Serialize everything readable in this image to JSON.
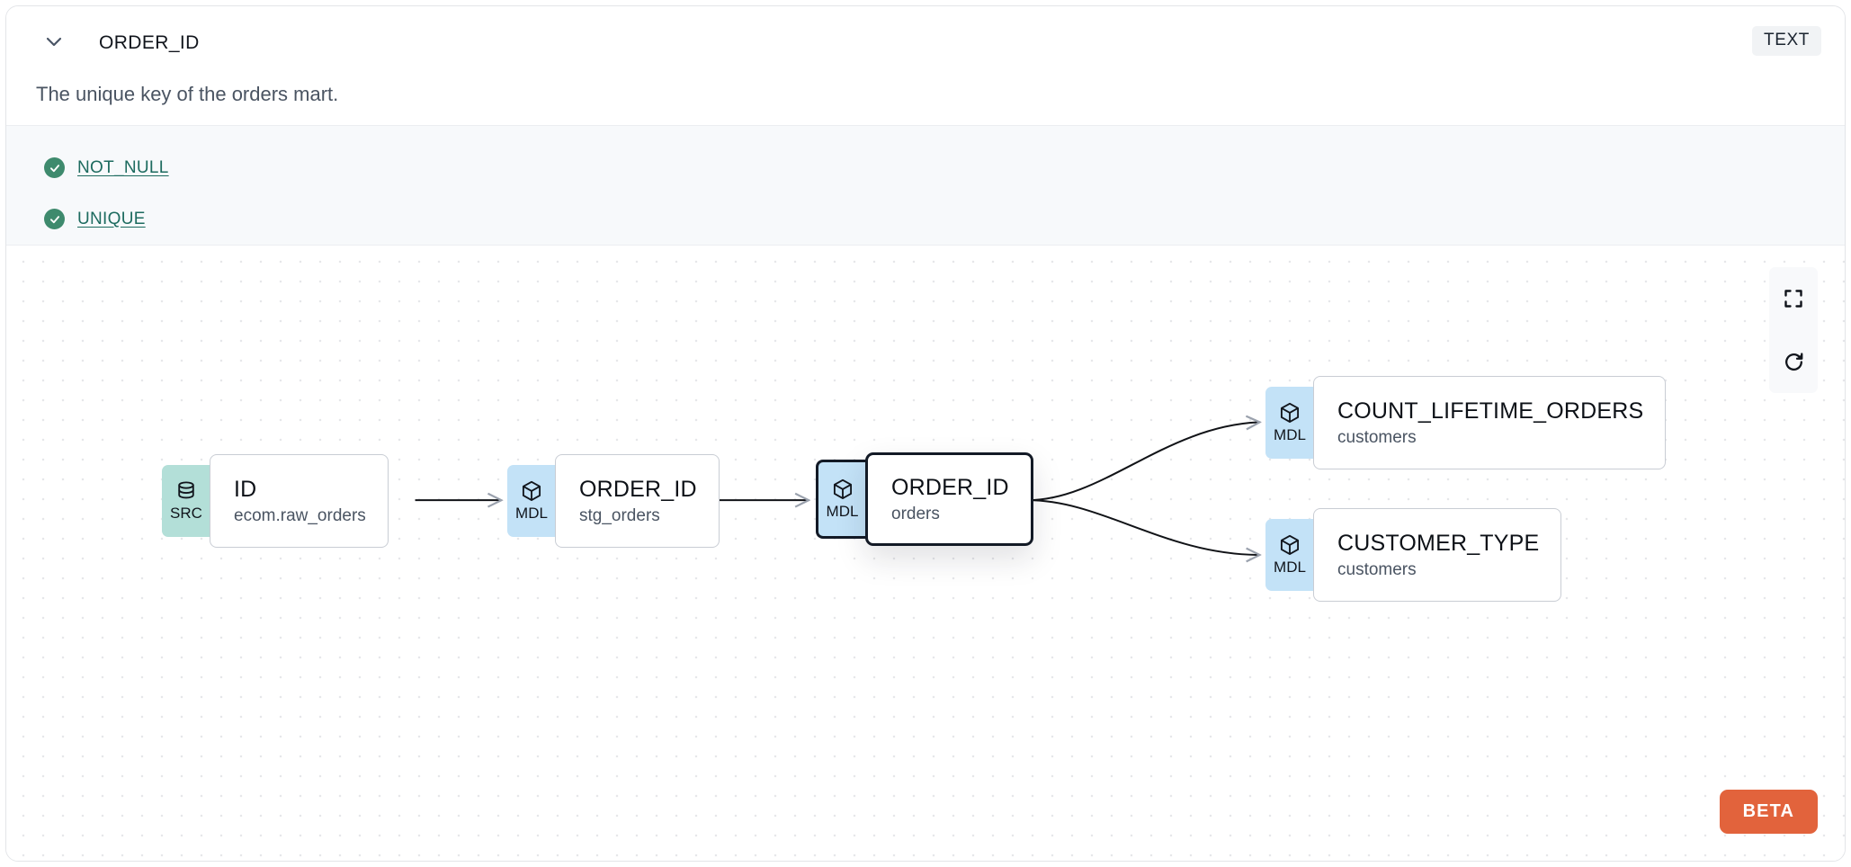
{
  "header": {
    "column_name": "ORDER_ID",
    "data_type_badge": "TEXT",
    "chevron_icon": "chevron-down-icon",
    "description": "The unique key of the orders mart."
  },
  "tests": [
    {
      "label": "NOT_NULL",
      "status_icon": "check-circle-icon",
      "status": "passing"
    },
    {
      "label": "UNIQUE",
      "status_icon": "check-circle-icon",
      "status": "passing"
    }
  ],
  "lineage": {
    "controls": [
      {
        "name": "fullscreen-button",
        "icon": "fullscreen-icon"
      },
      {
        "name": "refresh-button",
        "icon": "refresh-icon"
      }
    ],
    "beta_label": "BETA",
    "nodes": [
      {
        "id": "src-id",
        "badge": "SRC",
        "badge_icon": "database-icon",
        "name": "ID",
        "sub": "ecom.raw_orders",
        "selected": false
      },
      {
        "id": "mdl-stg-order-id",
        "badge": "MDL",
        "badge_icon": "cube-icon",
        "name": "ORDER_ID",
        "sub": "stg_orders",
        "selected": false
      },
      {
        "id": "mdl-orders-order-id",
        "badge": "MDL",
        "badge_icon": "cube-icon",
        "name": "ORDER_ID",
        "sub": "orders",
        "selected": true
      },
      {
        "id": "mdl-count-lifetime",
        "badge": "MDL",
        "badge_icon": "cube-icon",
        "name": "COUNT_LIFETIME_ORDERS",
        "sub": "customers",
        "selected": false
      },
      {
        "id": "mdl-customer-type",
        "badge": "MDL",
        "badge_icon": "cube-icon",
        "name": "CUSTOMER_TYPE",
        "sub": "customers",
        "selected": false
      }
    ]
  },
  "colors": {
    "src_badge": "#b3dfd8",
    "mdl_badge": "#c3e2f7",
    "beta": "#e2633c",
    "test_pass": "#3e8a6d",
    "test_link": "#1d6b5f",
    "selected_border": "#131a26"
  }
}
